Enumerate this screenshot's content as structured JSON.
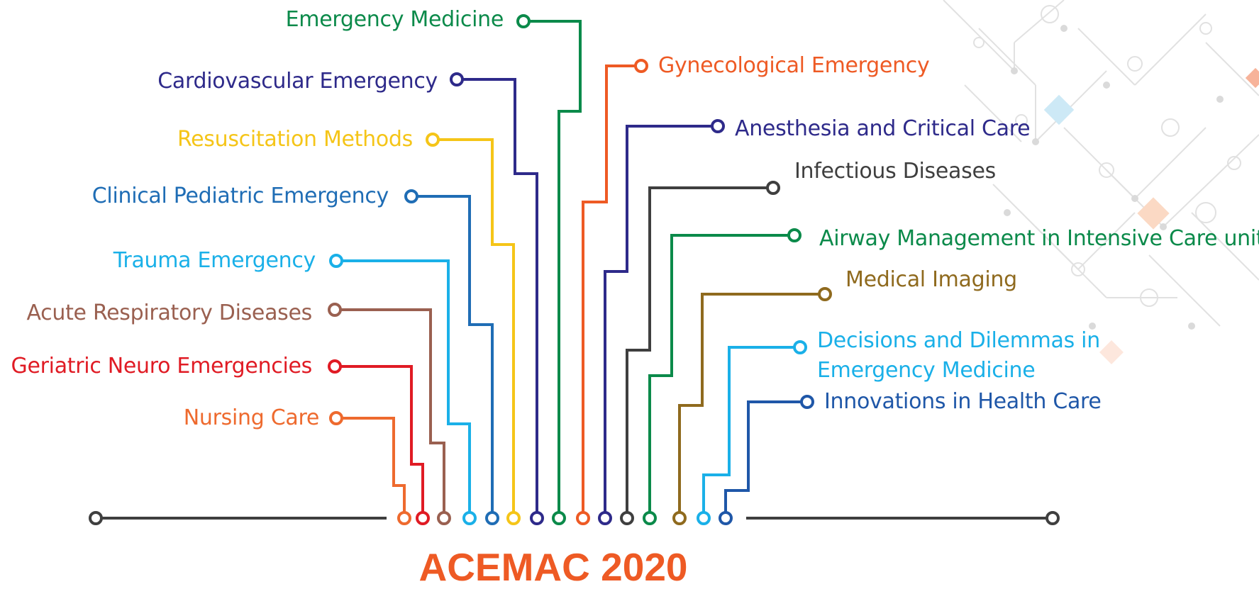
{
  "title": "ACEMAC 2020",
  "colors": {
    "title": "#ee5a24",
    "baseline": "#3f3f3f"
  },
  "topics": [
    {
      "id": "nursing-care",
      "label": "Nursing Care",
      "side": "left",
      "color": "#ee6a2e"
    },
    {
      "id": "geriatric-neuro",
      "label": "Geriatric Neuro  Emergencies",
      "side": "left",
      "color": "#e01b24"
    },
    {
      "id": "acute-respiratory",
      "label": "Acute Respiratory Diseases",
      "side": "left",
      "color": "#9a6050"
    },
    {
      "id": "trauma",
      "label": "Trauma Emergency",
      "side": "left",
      "color": "#1ab0e8"
    },
    {
      "id": "clinical-pediatric",
      "label": "Clinical Pediatric Emergency",
      "side": "left",
      "color": "#1f6db5"
    },
    {
      "id": "resuscitation",
      "label": "Resuscitation Methods",
      "side": "left",
      "color": "#f5c518"
    },
    {
      "id": "cardiovascular",
      "label": "Cardiovascular Emergency",
      "side": "left",
      "color": "#2e2a8a"
    },
    {
      "id": "emergency-medicine",
      "label": "Emergency Medicine",
      "side": "left",
      "color": "#0b8a4a"
    },
    {
      "id": "gynecological",
      "label": "Gynecological Emergency",
      "side": "right",
      "color": "#ee5a24"
    },
    {
      "id": "anesthesia",
      "label": "Anesthesia and Critical Care",
      "side": "right",
      "color": "#2e2a8a"
    },
    {
      "id": "infectious",
      "label": "Infectious Diseases",
      "side": "right",
      "color": "#3f3f3f"
    },
    {
      "id": "airway",
      "label": "Airway Management in Intensive Care unit",
      "side": "right",
      "color": "#0b8a4a"
    },
    {
      "id": "imaging",
      "label": "Medical Imaging",
      "side": "right",
      "color": "#8f6a1e"
    },
    {
      "id": "decisions",
      "label": "Decisions and Dilemmas in Emergency Medicine",
      "side": "right",
      "color": "#1ab0e8"
    },
    {
      "id": "innovations",
      "label": "Innovations in Health Care",
      "side": "right",
      "color": "#1f57a8"
    }
  ]
}
